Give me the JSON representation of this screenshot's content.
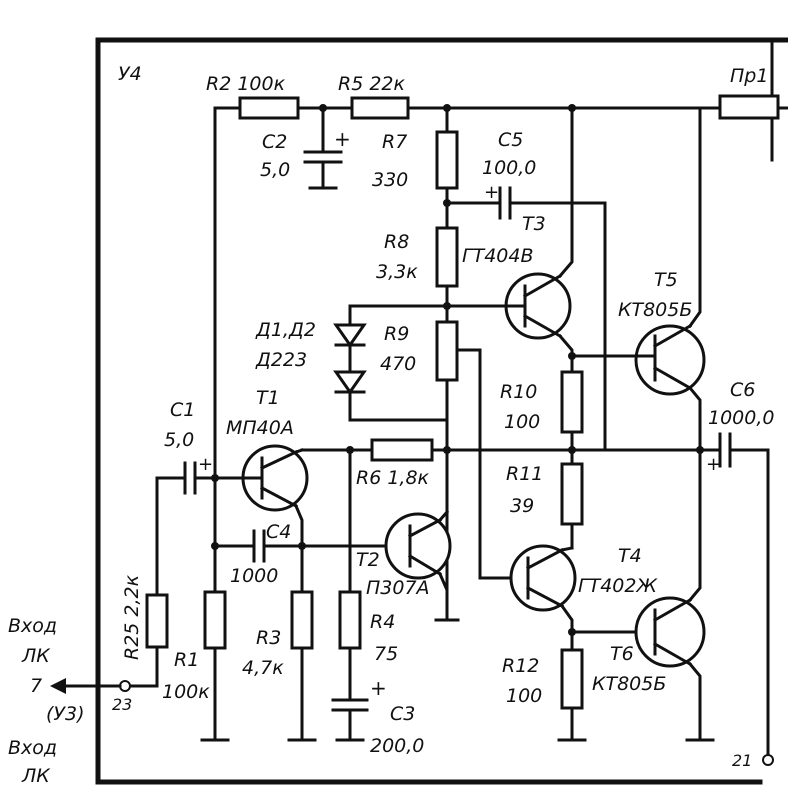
{
  "block_id": "У4",
  "fuse": "Пр1",
  "inputs": {
    "label1_line1": "Вход",
    "label1_line2": "ЛК",
    "pin_7": "7",
    "pin_u3": "(У3)",
    "pin_23": "23",
    "label2_line1": "Вход",
    "label2_line2": "ЛК",
    "pin_21": "21"
  },
  "components": {
    "R2": "R2 100к",
    "R5": "R5 22к",
    "C2_name": "C2",
    "C2_val": "5,0",
    "R7_name": "R7",
    "R7_val": "330",
    "C5_name": "C5",
    "C5_val": "100,0",
    "R8_name": "R8",
    "R8_val": "3,3к",
    "T3_name": "T3",
    "T3_type": "ГТ404В",
    "T5_name": "T5",
    "T5_type": "КТ805Б",
    "D_name": "Д1,Д2",
    "D_type": "Д223",
    "R9_name": "R9",
    "R9_val": "470",
    "C1_name": "C1",
    "C1_val": "5,0",
    "T1_name": "T1",
    "T1_type": "МП40А",
    "R10_name": "R10",
    "R10_val": "100",
    "C6_name": "C6",
    "C6_val": "1000,0",
    "R6": "R6 1,8к",
    "R11_name": "R11",
    "R11_val": "39",
    "C4_name": "C4",
    "C4_val": "1000",
    "T2_name": "T2",
    "T2_type": "П307А",
    "T4_name": "T4",
    "T4_type": "ГТ402Ж",
    "R25": "R25 2,2к",
    "R1_name": "R1",
    "R1_val": "100к",
    "R3_name": "R3",
    "R3_val": "4,7к",
    "R4_name": "R4",
    "R4_val": "75",
    "R12_name": "R12",
    "R12_val": "100",
    "T6_name": "T6",
    "T6_type": "КТ805Б",
    "C3_name": "C3",
    "C3_val": "200,0"
  }
}
